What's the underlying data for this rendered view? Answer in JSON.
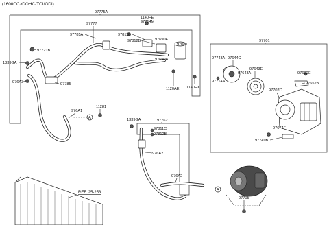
{
  "header": {
    "engine": "(1600CC>DOHC-TCI/GDI)"
  },
  "main_assembly": {
    "label": "97775A",
    "parts": {
      "p97777": "97777",
      "p1140fe": "1140FE",
      "p97714m": "97714M",
      "p97785a": "97785A",
      "p97811b": "97811B",
      "p97812b": "97812B",
      "p97690e": "97690E",
      "p97721b": "97721B",
      "p1339ga": "1339GA",
      "p97081": "97081",
      "p97690a": "97690A",
      "p976a3": "976A3",
      "p97785": "97785",
      "p1120ae": "1120AE",
      "p1140ex": "1140EX",
      "p976a1": "976A1",
      "p11281": "11281"
    }
  },
  "compressor_assembly": {
    "label": "97701",
    "parts": {
      "p97743a": "97743A",
      "p97644c": "97644C",
      "p97643a": "97643A",
      "p97643e": "97643E",
      "p97680c": "97680C",
      "p97714a": "97714A",
      "p97652b": "97652B",
      "p97707c": "97707C",
      "p97674f": "97674F",
      "p97749b": "97749B"
    }
  },
  "lower_assembly": {
    "label": "97762",
    "parts": {
      "p1339ga": "1339GA",
      "p97811c": "97811C",
      "p97812b": "97812B",
      "p976a2a": "976A2",
      "p976a2b": "976A2",
      "p97705": "97705"
    }
  },
  "reference": {
    "label": "REF. 25-253"
  },
  "callout": {
    "letter": "A"
  }
}
